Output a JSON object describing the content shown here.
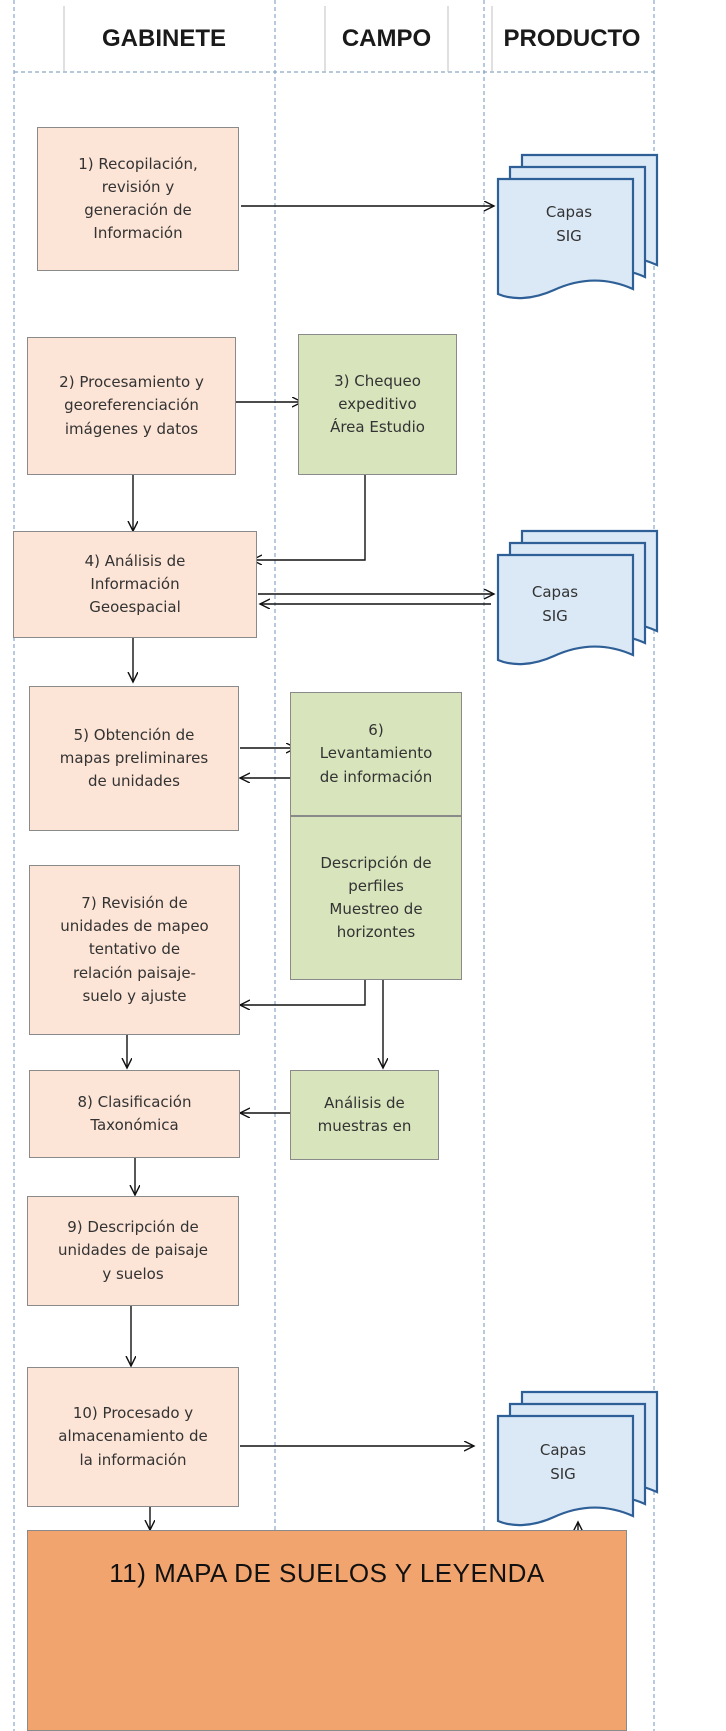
{
  "headers": {
    "gabinete": "GABINETE",
    "campo": "CAMPO",
    "producto": "PRODUCTO"
  },
  "steps": {
    "s1": [
      "1) Recopilación,",
      "revisión y",
      "generación de",
      "Información"
    ],
    "s2": [
      "2) Procesamiento y",
      "georeferenciación",
      "imágenes y datos"
    ],
    "s3": [
      "3) Chequeo",
      "expeditivo",
      "Área Estudio"
    ],
    "s4": [
      "4) Análisis de",
      "Información",
      "Geoespacial"
    ],
    "s5": [
      "5) Obtención de",
      "mapas preliminares",
      "de unidades"
    ],
    "s6": [
      "6)",
      "Levantamiento",
      "de información"
    ],
    "s6b": [
      "Descripción de",
      "perfiles",
      "Muestreo de",
      "horizontes"
    ],
    "s7": [
      "7) Revisión de",
      "unidades de mapeo",
      "tentativo de",
      "relación paisaje-",
      "suelo y ajuste"
    ],
    "s8": [
      "8) Clasificación",
      "Taxonómica"
    ],
    "s8b": [
      "Análisis de",
      "muestras en"
    ],
    "s9": [
      "9) Descripción de",
      "unidades de paisaje",
      "y suelos"
    ],
    "s10": [
      "10) Procesado y",
      "almacenamiento de",
      "la información"
    ],
    "s11": "11) MAPA DE SUELOS Y LEYENDA"
  },
  "product": {
    "doc1": [
      "Capas",
      "SIG"
    ],
    "doc2": [
      "Capas",
      "SIG"
    ],
    "doc3": [
      "Capas",
      "SIG"
    ]
  },
  "colors": {
    "gabinete_box": "#fce4d6",
    "campo_box": "#d8e4bc",
    "document": "#dbe9f7",
    "document_border": "#2e5f96",
    "final_box": "#f2a46e",
    "lane_border": "#8aa6c8"
  }
}
